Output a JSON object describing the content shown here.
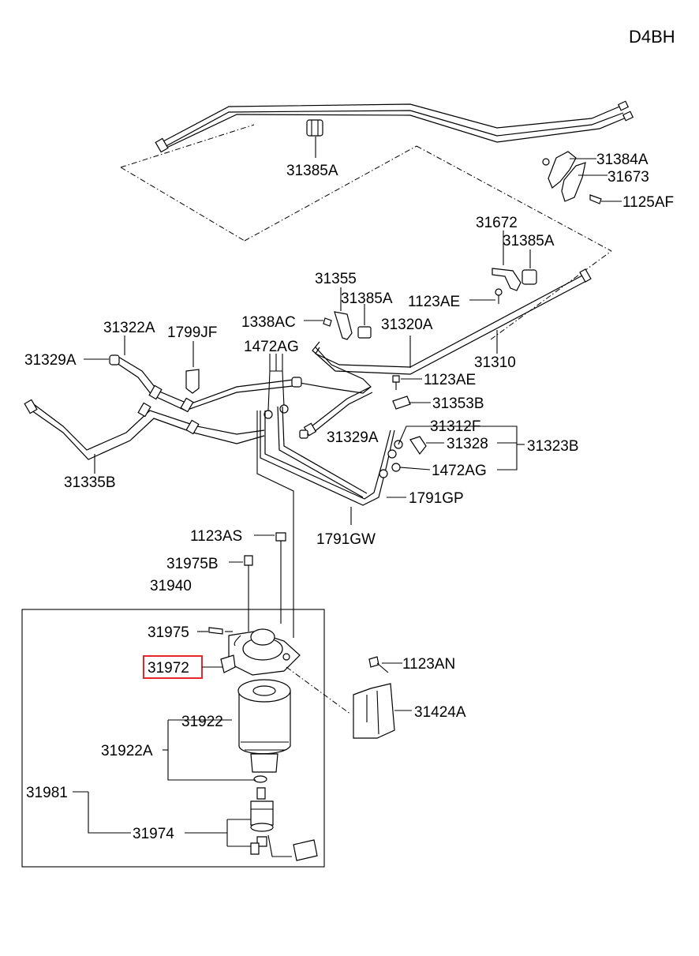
{
  "model_code": "D4BH",
  "highlight_color": "#e8262c",
  "labels": {
    "l31385a_top": "31385A",
    "l31384a": "31384A",
    "l31673": "31673",
    "l1125af": "1125AF",
    "l31672": "31672",
    "l31385a_mid": "31385A",
    "l31355": "31355",
    "l31385a_low": "31385A",
    "l1123ae_a": "1123AE",
    "l1338ac": "1338AC",
    "l31320a": "31320A",
    "l31322a": "31322A",
    "l1799jf": "1799JF",
    "l1472ag_a": "1472AG",
    "l31310": "31310",
    "l31329a_a": "31329A",
    "l1123ae_b": "1123AE",
    "l31353b": "31353B",
    "l31312f": "31312F",
    "l31329a_b": "31329A",
    "l31328": "31328",
    "l31323b": "31323B",
    "l1472ag_b": "1472AG",
    "l31335b": "31335B",
    "l1791gp": "1791GP",
    "l1791gw": "1791GW",
    "l1123as": "1123AS",
    "l31975b": "31975B",
    "l31940": "31940",
    "l31975": "31975",
    "l31972": "31972",
    "l1123an": "1123AN",
    "l31424a": "31424A",
    "l31922": "31922",
    "l31922a": "31922A",
    "l31981": "31981",
    "l31974": "31974"
  }
}
